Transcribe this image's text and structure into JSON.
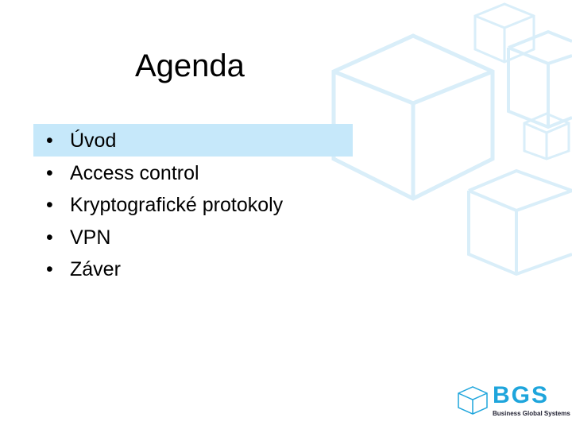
{
  "title": "Agenda",
  "items": [
    "Úvod",
    "Access control",
    "Kryptografické protokoly",
    "VPN",
    "Záver"
  ],
  "logo": {
    "name": "BGS",
    "tagline": "Business Global Systems"
  },
  "colors": {
    "highlight": "#c6e8fa",
    "brand": "#1ea5dc"
  }
}
